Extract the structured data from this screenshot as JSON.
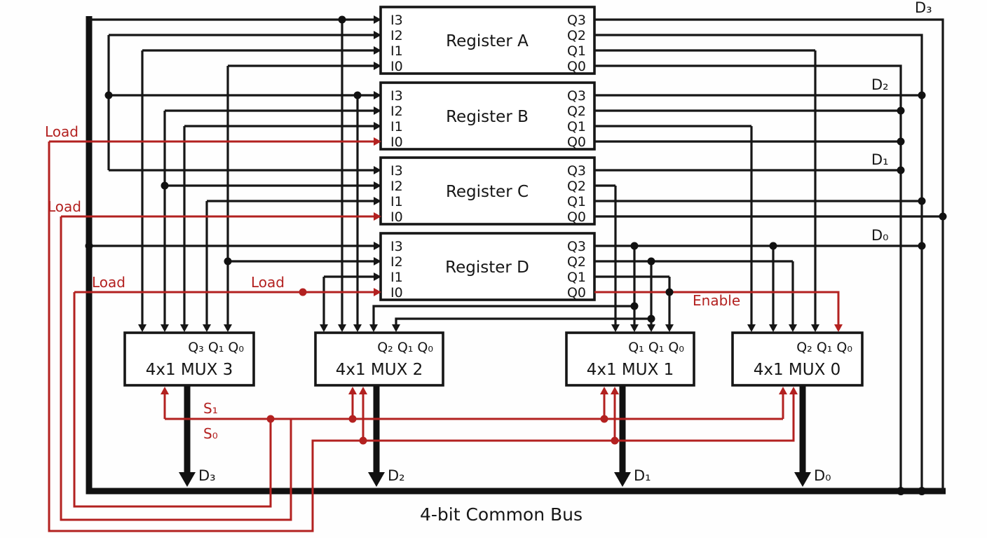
{
  "registers": [
    {
      "name": "Register A",
      "inputs": [
        "I3",
        "I2",
        "I1",
        "I0"
      ],
      "outputs": [
        "Q3",
        "Q2",
        "Q1",
        "Q0"
      ]
    },
    {
      "name": "Register B",
      "inputs": [
        "I3",
        "I2",
        "I1",
        "I0"
      ],
      "outputs": [
        "Q3",
        "Q2",
        "Q1",
        "Q0"
      ]
    },
    {
      "name": "Register C",
      "inputs": [
        "I3",
        "I2",
        "I1",
        "I0"
      ],
      "outputs": [
        "Q3",
        "Q2",
        "Q1",
        "Q0"
      ]
    },
    {
      "name": "Register D",
      "inputs": [
        "I3",
        "I2",
        "I1",
        "I0"
      ],
      "outputs": [
        "Q3",
        "Q2",
        "Q1",
        "Q0"
      ]
    }
  ],
  "muxes": [
    {
      "name": "4x1 MUX 3",
      "inputs_label": "Q₃ Q₁ Q₀",
      "output": "D₃"
    },
    {
      "name": "4x1 MUX 2",
      "inputs_label": "Q₂ Q₁ Q₀",
      "output": "D₂"
    },
    {
      "name": "4x1 MUX 1",
      "inputs_label": "Q₁ Q₁ Q₀",
      "output": "D₁"
    },
    {
      "name": "4x1 MUX 0",
      "inputs_label": "Q₂ Q₁ Q₀",
      "output": "D₀"
    }
  ],
  "bus": {
    "label": "4-bit Common Bus",
    "feedback_lines": [
      "D₃",
      "D₂",
      "D₁",
      "D₀"
    ]
  },
  "control": {
    "load": "Load",
    "enable": "Enable",
    "s1": "S₁",
    "s0": "S₀"
  },
  "colors": {
    "wire": "#161616",
    "control": "#b32120",
    "box_fill": "#ffffff",
    "background": "#fefefe"
  }
}
